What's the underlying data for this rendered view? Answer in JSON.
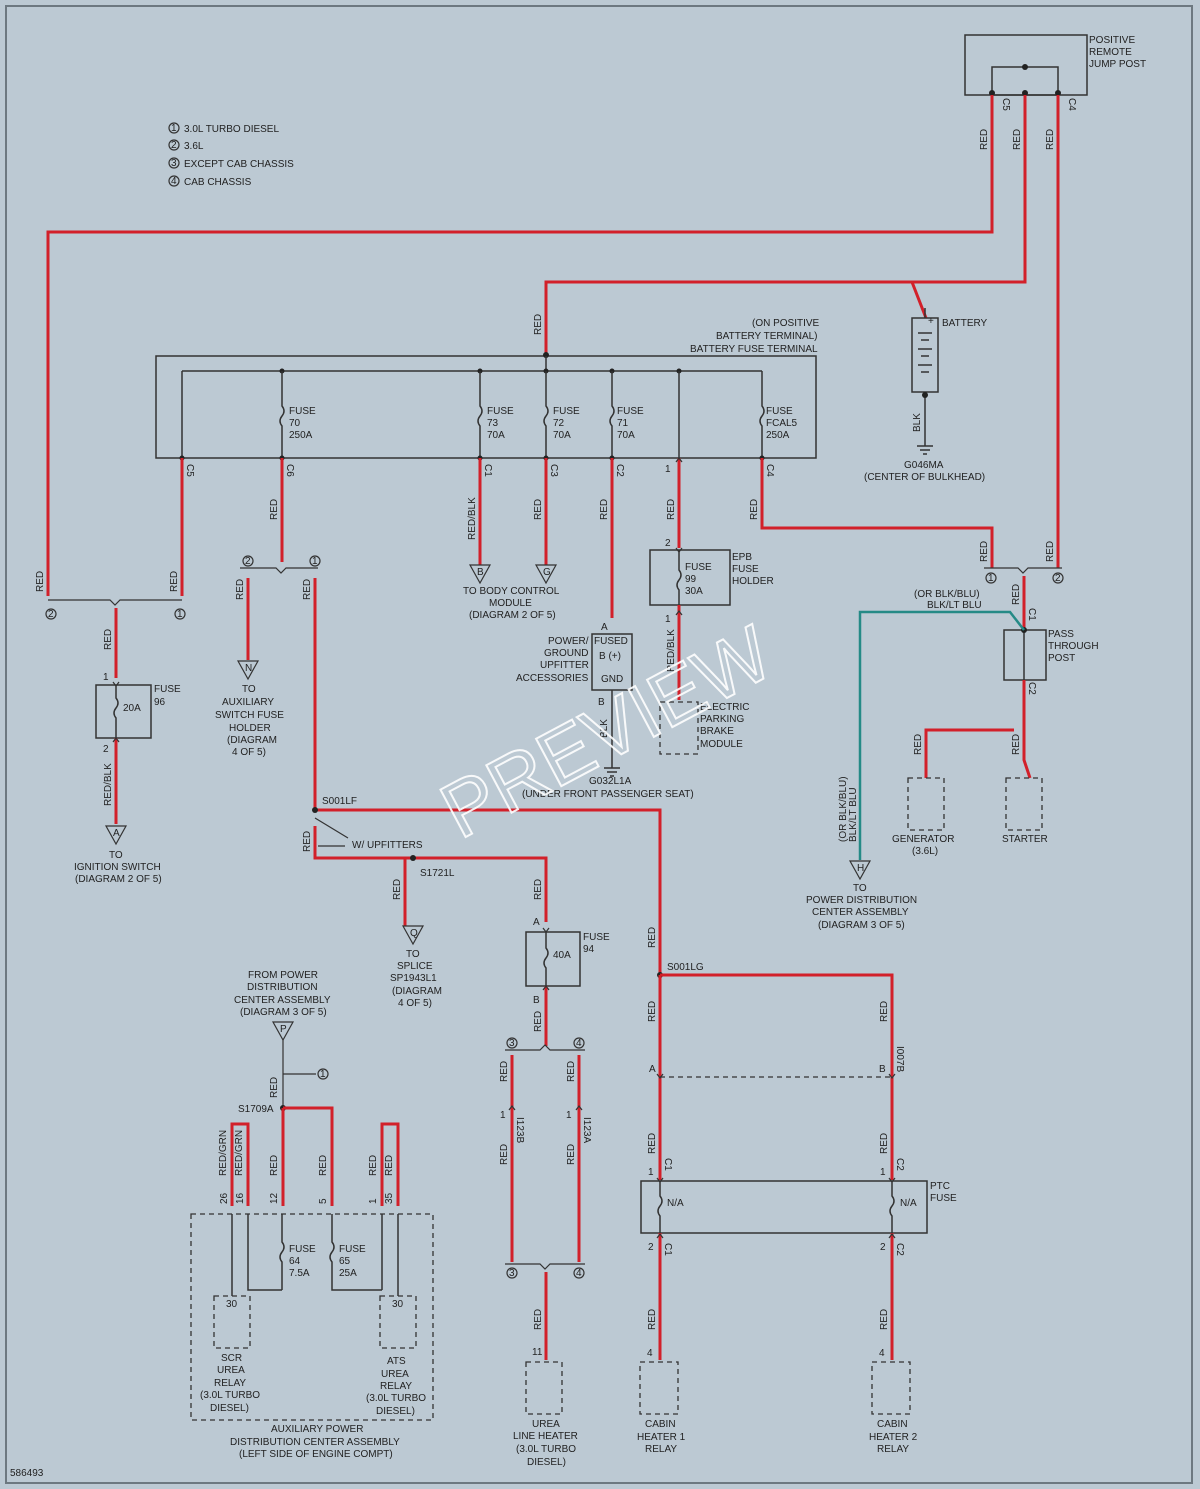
{
  "notes": [
    {
      "num": "1",
      "text": "3.0L TURBO DIESEL"
    },
    {
      "num": "2",
      "text": "3.6L"
    },
    {
      "num": "3",
      "text": "EXCEPT CAB CHASSIS"
    },
    {
      "num": "4",
      "text": "CAB CHASSIS"
    }
  ],
  "wire_red": "RED",
  "wire_redblk": "RED/BLK",
  "wire_redgrn": "RED/GRN",
  "wire_blk": "BLK",
  "wire_blkltblu": "BLK/LT BLU",
  "wire_orblkblu": "(OR BLK/BLU)",
  "jump_post": [
    "POSITIVE",
    "REMOTE",
    "JUMP POST"
  ],
  "battery": {
    "label": "BATTERY",
    "ground": "G046MA",
    "ground_loc": "(CENTER OF BULKHEAD)"
  },
  "fuse_terminal": [
    "(ON POSITIVE",
    "BATTERY TERMINAL)",
    "BATTERY FUSE TERMINAL"
  ],
  "fuses_main": [
    {
      "l1": "FUSE",
      "l2": "70",
      "l3": "250A",
      "conn": "C6"
    },
    {
      "l1": "FUSE",
      "l2": "73",
      "l3": "70A",
      "conn": "C1"
    },
    {
      "l1": "FUSE",
      "l2": "72",
      "l3": "70A",
      "conn": "C3"
    },
    {
      "l1": "FUSE",
      "l2": "71",
      "l3": "70A",
      "conn": "C2"
    },
    {
      "l1": "FUSE",
      "l2": "FCAL5",
      "l3": "250A",
      "conn": "C4"
    }
  ],
  "conn": {
    "c1": "C1",
    "c2": "C2",
    "c3": "C3",
    "c4": "C4",
    "c5": "C5",
    "c6": "C6",
    "p1": "1",
    "p2": "2",
    "p3": "3",
    "p4": "4",
    "pA": "A",
    "pB": "B",
    "p11": "11",
    "p12": "12",
    "p16": "16",
    "p26": "26",
    "p35": "35",
    "p5": "5",
    "p30": "30",
    "i123b": "I123B",
    "i123a": "I123A",
    "i007b": "I007B"
  },
  "fuse96": {
    "l1": "FUSE",
    "l2": "96",
    "amp": "20A"
  },
  "epb": {
    "fuse": "FUSE",
    "num": "99",
    "amp": "30A",
    "holder": [
      "EPB",
      "FUSE",
      "HOLDER"
    ],
    "module": [
      "ELECTRIC",
      "PARKING",
      "BRAKE",
      "MODULE"
    ]
  },
  "upfitter": {
    "label": [
      "POWER/",
      "GROUND",
      "UPFITTER",
      "ACCESSORIES"
    ],
    "fused": "FUSED",
    "bplus": "B (+)",
    "gnd": "GND",
    "ground": "G032L1A",
    "ground_loc": "(UNDER FRONT PASSENGER SEAT)"
  },
  "pass_through": [
    "PASS",
    "THROUGH",
    "POST"
  ],
  "generator": [
    "GENERATOR",
    "(3.6L)"
  ],
  "starter": "STARTER",
  "to_ign": [
    "TO",
    "IGNITION SWITCH",
    "(DIAGRAM 2 OF 5)"
  ],
  "ign_letter": "A",
  "to_aux": [
    "TO",
    "AUXILIARY",
    "SWITCH FUSE",
    "HOLDER",
    "(DIAGRAM",
    "4 OF 5)"
  ],
  "aux_letter": "N",
  "to_bcm": [
    "TO BODY CONTROL",
    "MODULE",
    "(DIAGRAM 2 OF 5)"
  ],
  "bcm_letter_b": "B",
  "bcm_letter_g": "G",
  "to_pdc": [
    "TO",
    "POWER DISTRIBUTION",
    "CENTER ASSEMBLY",
    "(DIAGRAM 3 OF 5)"
  ],
  "pdc_letter": "H",
  "to_splice": [
    "TO",
    "SPLICE",
    "SP1943L1",
    "(DIAGRAM",
    "4 OF 5)"
  ],
  "splice_letter": "Q",
  "from_pdc": [
    "FROM POWER",
    "DISTRIBUTION",
    "CENTER ASSEMBLY",
    "(DIAGRAM 3 OF 5)"
  ],
  "from_letter": "P",
  "splices": {
    "s001lf": "S001LF",
    "s1721l": "S1721L",
    "s001lg": "S001LG",
    "s1709a": "S1709A"
  },
  "w_upfitters": "W/ UPFITTERS",
  "fuse94": {
    "l1": "FUSE",
    "l2": "94",
    "amp": "40A"
  },
  "fuse64": {
    "l1": "FUSE",
    "l2": "64",
    "l3": "7.5A"
  },
  "fuse65": {
    "l1": "FUSE",
    "l2": "65",
    "l3": "25A"
  },
  "ptc": {
    "label": [
      "PTC",
      "FUSE"
    ],
    "na": "N/A"
  },
  "scr": [
    "SCR",
    "UREA",
    "RELAY",
    "(3.0L TURBO",
    "DIESEL)"
  ],
  "ats": [
    "ATS",
    "UREA",
    "RELAY",
    "(3.0L TURBO",
    "DIESEL)"
  ],
  "aux_pdc": [
    "AUXILIARY POWER",
    "DISTRIBUTION CENTER ASSEMBLY",
    "(LEFT SIDE OF ENGINE COMPT)"
  ],
  "urea_line": [
    "UREA",
    "LINE HEATER",
    "(3.0L TURBO",
    "DIESEL)"
  ],
  "cabin1": [
    "CABIN",
    "HEATER 1",
    "RELAY"
  ],
  "cabin2": [
    "CABIN",
    "HEATER 2",
    "RELAY"
  ],
  "fig_id": "586493",
  "watermark": "PREVIEW"
}
